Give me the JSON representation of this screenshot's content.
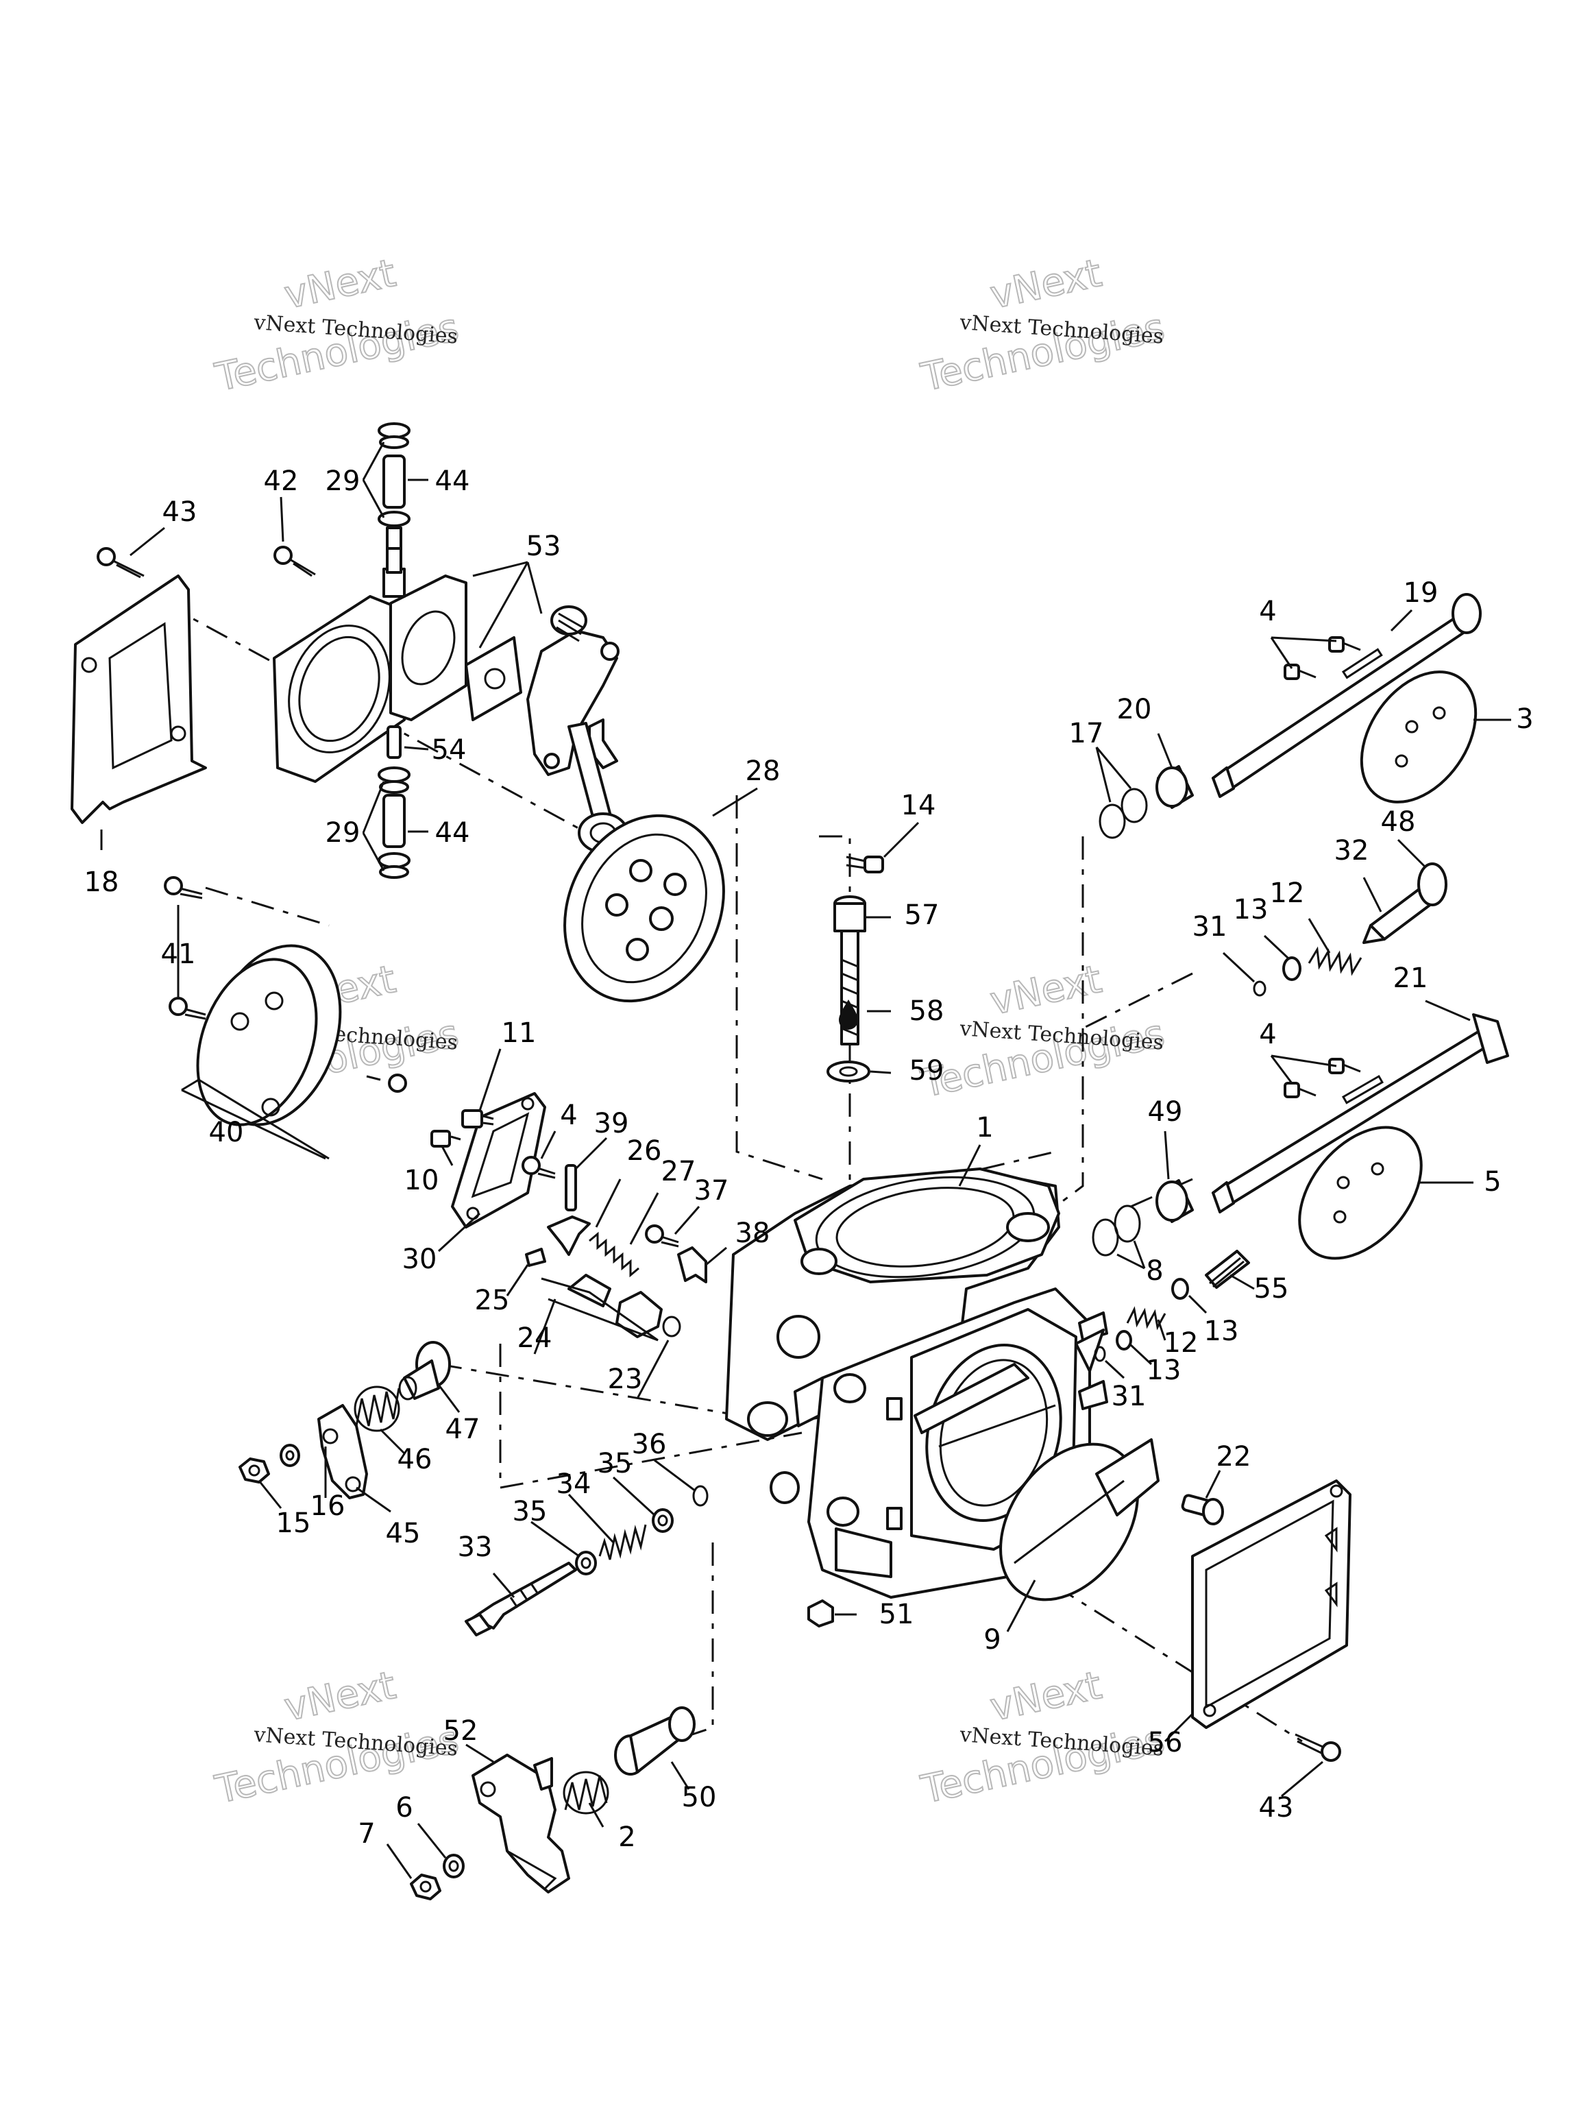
{
  "diagram": {
    "type": "exploded-parts-diagram",
    "callouts": [
      {
        "id": "c18",
        "num": "18"
      },
      {
        "id": "c43a",
        "num": "43"
      },
      {
        "id": "c42",
        "num": "42"
      },
      {
        "id": "c29a",
        "num": "29"
      },
      {
        "id": "c44a",
        "num": "44"
      },
      {
        "id": "c53",
        "num": "53"
      },
      {
        "id": "c54",
        "num": "54"
      },
      {
        "id": "c29b",
        "num": "29"
      },
      {
        "id": "c44b",
        "num": "44"
      },
      {
        "id": "c28",
        "num": "28"
      },
      {
        "id": "c41",
        "num": "41"
      },
      {
        "id": "c40",
        "num": "40"
      },
      {
        "id": "c11",
        "num": "11"
      },
      {
        "id": "c10",
        "num": "10"
      },
      {
        "id": "c4a",
        "num": "4"
      },
      {
        "id": "c30",
        "num": "30"
      },
      {
        "id": "c39",
        "num": "39"
      },
      {
        "id": "c26",
        "num": "26"
      },
      {
        "id": "c27",
        "num": "27"
      },
      {
        "id": "c37",
        "num": "37"
      },
      {
        "id": "c38",
        "num": "38"
      },
      {
        "id": "c25",
        "num": "25"
      },
      {
        "id": "c24",
        "num": "24"
      },
      {
        "id": "c23",
        "num": "23"
      },
      {
        "id": "c14",
        "num": "14"
      },
      {
        "id": "c57",
        "num": "57"
      },
      {
        "id": "c58",
        "num": "58"
      },
      {
        "id": "c59",
        "num": "59"
      },
      {
        "id": "c1",
        "num": "1"
      },
      {
        "id": "c4b",
        "num": "4"
      },
      {
        "id": "c19",
        "num": "19"
      },
      {
        "id": "c3",
        "num": "3"
      },
      {
        "id": "c17",
        "num": "17"
      },
      {
        "id": "c20",
        "num": "20"
      },
      {
        "id": "c48",
        "num": "48"
      },
      {
        "id": "c32",
        "num": "32"
      },
      {
        "id": "c31a",
        "num": "31"
      },
      {
        "id": "c13a",
        "num": "13"
      },
      {
        "id": "c12a",
        "num": "12"
      },
      {
        "id": "c21",
        "num": "21"
      },
      {
        "id": "c4c",
        "num": "4"
      },
      {
        "id": "c49",
        "num": "49"
      },
      {
        "id": "c5",
        "num": "5"
      },
      {
        "id": "c8",
        "num": "8"
      },
      {
        "id": "c55",
        "num": "55"
      },
      {
        "id": "c13b",
        "num": "13"
      },
      {
        "id": "c12b",
        "num": "12"
      },
      {
        "id": "c13c",
        "num": "13"
      },
      {
        "id": "c31b",
        "num": "31"
      },
      {
        "id": "c47",
        "num": "47"
      },
      {
        "id": "c46",
        "num": "46"
      },
      {
        "id": "c16",
        "num": "16"
      },
      {
        "id": "c15",
        "num": "15"
      },
      {
        "id": "c45",
        "num": "45"
      },
      {
        "id": "c36",
        "num": "36"
      },
      {
        "id": "c35a",
        "num": "35"
      },
      {
        "id": "c34",
        "num": "34"
      },
      {
        "id": "c35b",
        "num": "35"
      },
      {
        "id": "c33",
        "num": "33"
      },
      {
        "id": "c22",
        "num": "22"
      },
      {
        "id": "c51",
        "num": "51"
      },
      {
        "id": "c9",
        "num": "9"
      },
      {
        "id": "c56",
        "num": "56"
      },
      {
        "id": "c43b",
        "num": "43"
      },
      {
        "id": "c52",
        "num": "52"
      },
      {
        "id": "c50",
        "num": "50"
      },
      {
        "id": "c2",
        "num": "2"
      },
      {
        "id": "c6",
        "num": "6"
      },
      {
        "id": "c7",
        "num": "7"
      }
    ]
  },
  "watermark": {
    "small_text": "vNext Technologies",
    "big_line_1": "vNext",
    "big_line_2": "Technologies"
  }
}
